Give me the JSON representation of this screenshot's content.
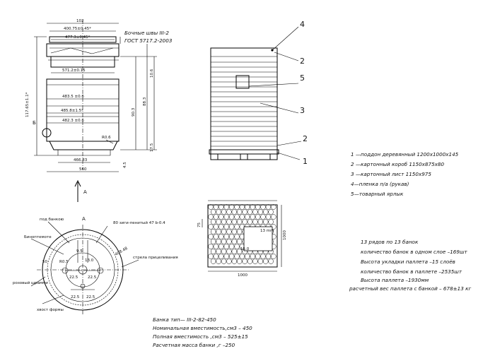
{
  "can_side_view": {
    "dims": {
      "top_width": "102",
      "flange_diameter": "400.75±0.45*",
      "body_neck": "477.3±0.45*",
      "seam_dia": "571.2±0.15",
      "body_upper": "483.5 ±0.6",
      "body_mid": "485.8±1.5*",
      "body_lower": "482.3 ±0.6",
      "bottom_dia": "466.83",
      "base_width": "560",
      "total_height": "117.65±1.1*",
      "h1": "90.3",
      "h2": "88.3",
      "h3": "17.5",
      "h4": "10.6",
      "h5": "4.5",
      "r_bottom": "R0.6"
    },
    "marks": {
      "view_a": "A",
      "detail_b": "Б"
    },
    "spec_note_1": "Бочные швы III-2",
    "spec_note_2": "ГОСТ 5717.2-2003"
  },
  "can_top_view": {
    "title": "A",
    "labels": {
      "ring_label": "под банкою",
      "code_label": "Биноптемоте",
      "rim_label": "80 зиги-пенитый  47 b-0.4",
      "dim_right": "408.48",
      "arrow_label": "стрела прицеливания",
      "left_label": "розовый шрамми",
      "bottom_label": "хвост формы"
    },
    "dims": {
      "d1": "9.5",
      "d2": "22.5",
      "d3": "22.5",
      "d4": "13.0",
      "d5": "22.5",
      "d6": "22.5",
      "d7": "R0.5",
      "d8": "50"
    }
  },
  "pallet_view": {
    "callouts": [
      "4",
      "2",
      "5",
      "3",
      "2",
      "1"
    ]
  },
  "pallet_layout": {
    "dims": {
      "height": "1000",
      "width": "1000",
      "gap_v": "15.0",
      "gap_h": "13 mm",
      "edge": "75"
    }
  },
  "legend": {
    "items": [
      "1 —поддон деревянный 1200х1000х145",
      "2 —картонный короб 1150х875х80",
      "3 —картонный лист 1150х975",
      "4—пленка п/а (рукав)",
      "5—товарный ярлык"
    ]
  },
  "stacking_notes": [
    "13 рядов по 13 банок",
    "количество банок в одном слое –169шт",
    "Высота укладки паллета –15 слоёв",
    "количество банок в паллете –2535шт",
    "Высота паллета             –1930мм",
    "расчетный вес паллета с банкой   – 678±13 кг"
  ],
  "can_specs": [
    "Банка тип— III-2-82-450",
    "Номинальная вместимость,см3  – 450",
    "Полная вместимость ,см3 – 525±15",
    "Расчетная масса банки ,г –250"
  ]
}
